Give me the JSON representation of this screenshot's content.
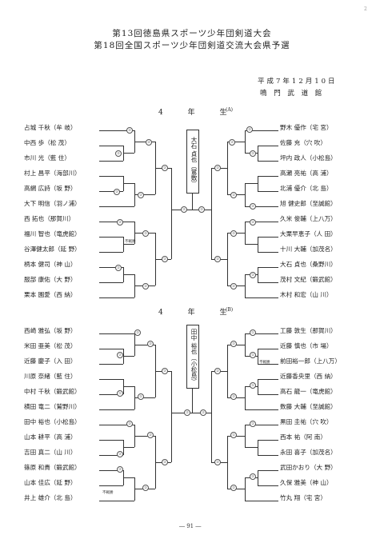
{
  "header": {
    "title_line1": "第13回徳島県スポーツ少年団剣道大会",
    "title_line2": "第18回全国スポーツ少年団剣道交流大会県予選",
    "date": "平成7年12月10日",
    "venue": "鳴 門 武 道 館",
    "corner_mark": "2"
  },
  "section_a": {
    "label": "4 年 生",
    "mark": "(A)",
    "champion": "大石 貞也（鷲敷）",
    "left_players": [
      "占城 千秋（牟 岐）",
      "中西 歩（松 茂）",
      "市川 光（藍 住）",
      "村上 昌平（海部川）",
      "高網 広詩（坂 野）",
      "大下 明信（羽ノ浦）",
      "西 拓也（那賀川）",
      "福川 智也（竜虎館）",
      "谷澤健太郎（延 野）",
      "柄本 健司（神 山）",
      "服部 康佑（大 野）",
      "栗本 園愛（西 納）"
    ],
    "right_players": [
      "野木 優作（宅 宮）",
      "佐藤 充（穴 吹）",
      "坪内 政人（小松島）",
      "高瀬 亮祐（高 浦）",
      "北浦 優介（北 島）",
      "旭 健史郎（至誠館）",
      "久米 俊輔（上八万）",
      "大栗早恵子（人 田）",
      "十川 大輔（加茂名）",
      "大石 貞也（桑野川）",
      "茂村 文紀（鍛武館）",
      "木村 和宏（山 川）"
    ],
    "fusen": "不戦勝"
  },
  "section_b": {
    "label": "4 年 生",
    "mark": "(B)",
    "champion": "田中 裕也（小松島）",
    "left_players": [
      "西崎 雅弘（坂 野）",
      "米田 亜美（松 茂）",
      "近藤 慶子（入 田）",
      "川原 奈緒（藍 住）",
      "中村 千秋（鍛武館）",
      "横田 竜二（鷲野川）",
      "田中 裕也（小松島）",
      "山本 耕平（高 浦）",
      "吉田 真二（山 川）",
      "篠原 和貴（鍛武館）",
      "山本 佳広（延 野）",
      "井上 雄介（北 島）"
    ],
    "right_players": [
      "工藤 敦生（那賀川）",
      "近藤 慎也（市 場）",
      "前田裕一郎（上八万）",
      "近藤香央里（西 納）",
      "高石 龍一（竜虎館）",
      "数藤 大輔（至誠館）",
      "黒田 圭祐（穴 吹）",
      "西本 祐（阿 南）",
      "永田 喜子（加茂名）",
      "武田かおり（大 野）",
      "久保 雅美（神 山）",
      "竹丸 翔（宅 宮）"
    ],
    "fusen_1": "不戦勝",
    "fusen_2": "不戦勝"
  },
  "footer": {
    "page_number": "― 91 ―"
  }
}
